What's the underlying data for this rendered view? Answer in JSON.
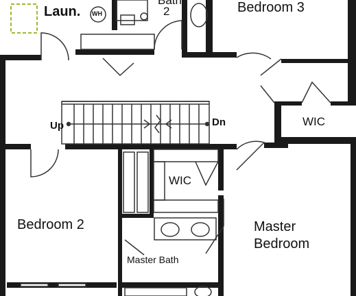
{
  "rooms": {
    "laundry": "Laun.",
    "water_heater": "WH",
    "bath2_line1": "Bath",
    "bath2_line2": "2",
    "bedroom3": "Bedroom 3",
    "wic_right": "WIC",
    "wic_center": "WIC",
    "bedroom2": "Bedroom 2",
    "master_bedroom_line1": "Master",
    "master_bedroom_line2": "Bedroom",
    "master_bath": "Master Bath"
  },
  "stairs": {
    "up": "Up",
    "down": "Dn"
  },
  "colors": {
    "wall": "#1a1a1a",
    "line": "#333333",
    "dashed_marker": "#9bbb2e",
    "background": "#ffffff"
  }
}
